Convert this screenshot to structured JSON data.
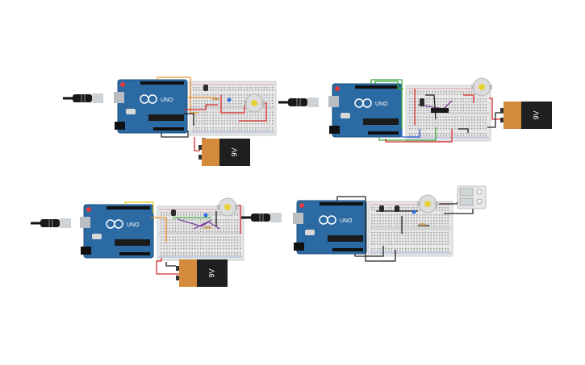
{
  "canvas": {
    "background": "#ffffff"
  },
  "colors": {
    "board": "#2b6aa3",
    "board_dark": "#1d4f7e",
    "breadboard": "#e6e6e6",
    "battery_body": "#1f1f1f",
    "battery_cap": "#d38a3b",
    "wire_red": "#d92b2b",
    "wire_black": "#222222",
    "wire_orange": "#e8922a",
    "wire_yellow": "#e8c81e",
    "wire_green": "#3aa63a",
    "wire_purple": "#7b3fa0",
    "wire_blue": "#2f5fd6",
    "motor": "#dcdcdc",
    "motor_center": "#e8d23a"
  },
  "circuits": [
    {
      "name": "circuit-1",
      "board_label": "UNO",
      "battery_label": "9V",
      "icons": [
        "usb-cable-icon",
        "arduino-uno-icon",
        "breadboard-icon",
        "dc-motor-icon",
        "battery-9v-icon",
        "transistor-icon"
      ]
    },
    {
      "name": "circuit-2",
      "board_label": "UNO",
      "battery_label": "9V",
      "icons": [
        "usb-cable-icon",
        "arduino-uno-icon",
        "breadboard-icon",
        "dc-motor-icon",
        "battery-9v-icon",
        "motor-driver-ic-icon"
      ]
    },
    {
      "name": "circuit-3",
      "board_label": "UNO",
      "battery_label": "9V",
      "icons": [
        "usb-cable-icon",
        "arduino-uno-icon",
        "breadboard-icon",
        "dc-motor-icon",
        "battery-9v-icon",
        "transistor-icon"
      ]
    },
    {
      "name": "circuit-4",
      "board_label": "UNO",
      "icons": [
        "usb-cable-icon",
        "arduino-uno-icon",
        "breadboard-icon",
        "dc-motor-icon",
        "power-supply-icon",
        "transistor-icon"
      ]
    }
  ]
}
